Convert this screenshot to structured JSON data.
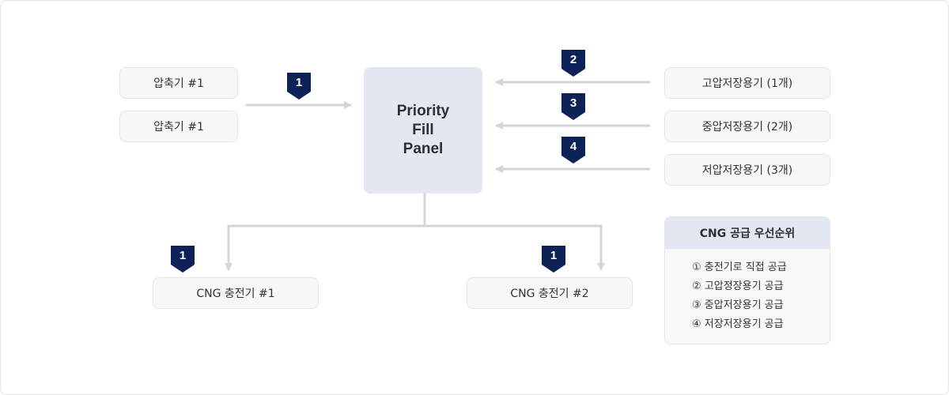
{
  "sources": [
    {
      "label": "압축기 #1"
    },
    {
      "label": "압축기 #1"
    }
  ],
  "panel": {
    "line1": "Priority",
    "line2": "Fill",
    "line3": "Panel"
  },
  "storages": [
    {
      "label": "고압저장용기 (1개)"
    },
    {
      "label": "중압저장용기 (2개)"
    },
    {
      "label": "저압저장용기 (3개)"
    }
  ],
  "dispensers": [
    {
      "label": "CNG 충전기 #1"
    },
    {
      "label": "CNG 충전기 #2"
    }
  ],
  "badges": {
    "compressor": "1",
    "high": "2",
    "mid": "3",
    "low": "4",
    "dispenser1": "1",
    "dispenser2": "1"
  },
  "legend": {
    "title": "CNG 공급 우선순위",
    "items": [
      "① 충전기로 직접 공급",
      "② 고압정장용기 공급",
      "③ 중압저장용기 공급",
      "④ 저장저장용기 공급"
    ]
  },
  "colors": {
    "badge": "#0d2257",
    "arrow": "#d2d4d8",
    "panel": "#e3e7f1"
  }
}
